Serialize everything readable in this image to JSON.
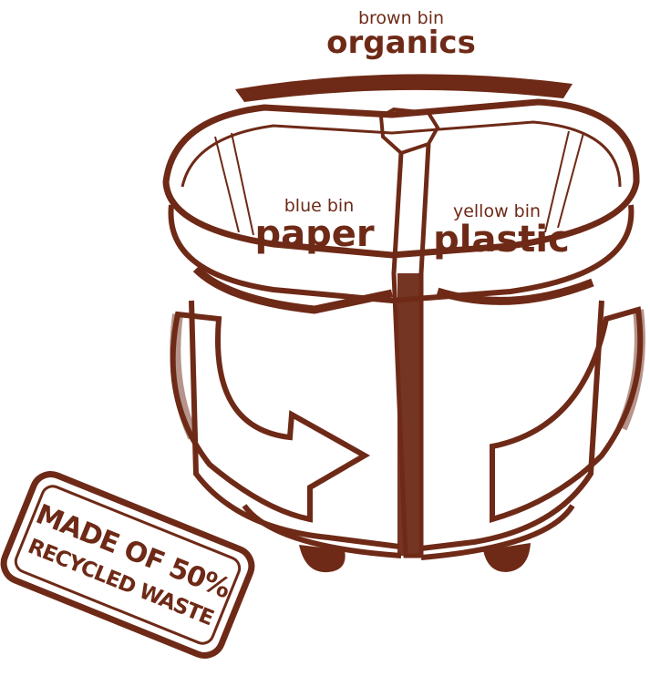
{
  "labels": {
    "organics": {
      "small": "brown bin",
      "big": "organics"
    },
    "paper": {
      "small": "blue bin",
      "big": "paper"
    },
    "plastic": {
      "small": "yellow bin",
      "big": "plastic"
    }
  },
  "stamp": {
    "line1": "MADE OF 50%",
    "line2": "RECYCLED WASTE"
  },
  "colors": {
    "ink": "#6e2a17",
    "background": "#ffffff"
  }
}
